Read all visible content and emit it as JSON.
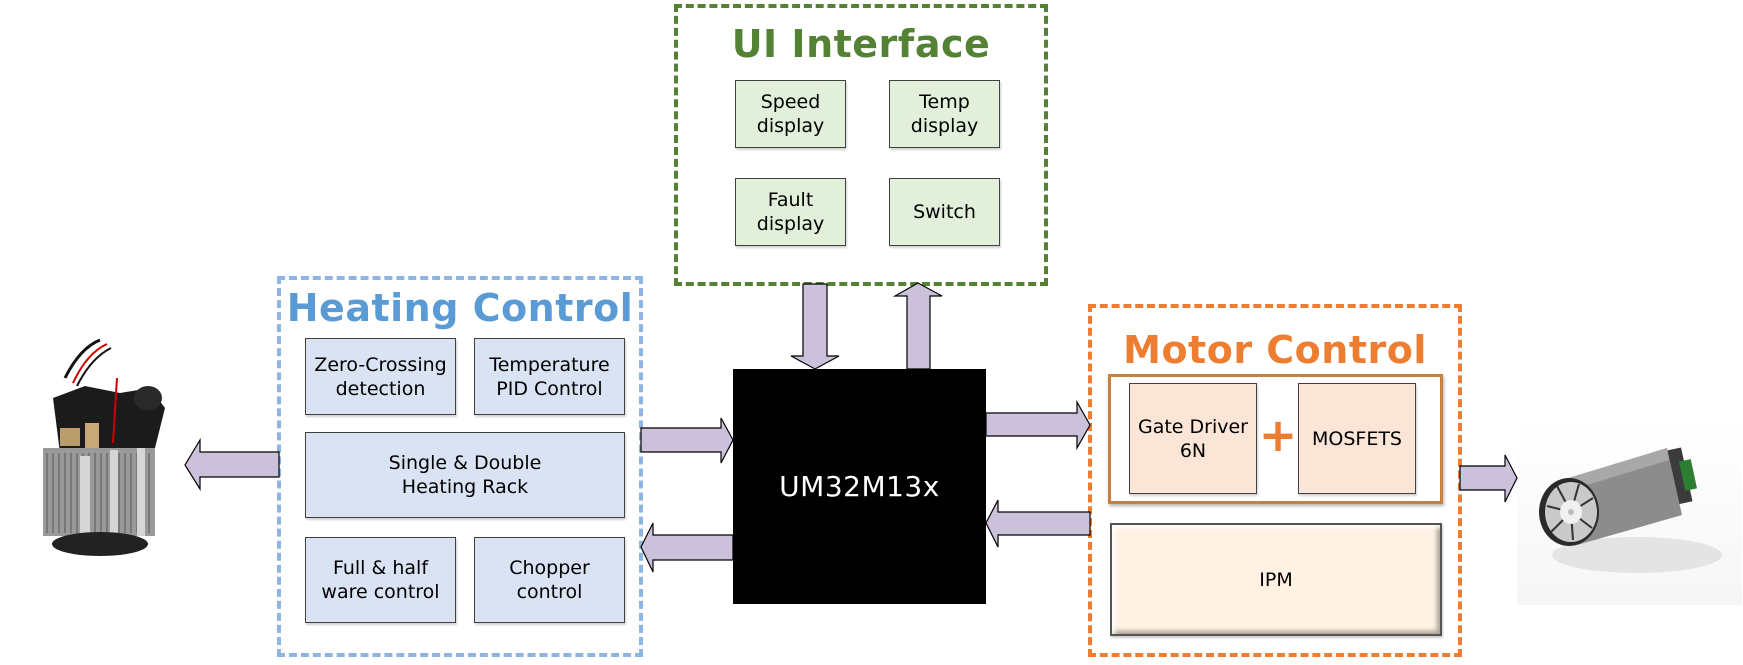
{
  "diagram": {
    "ui_interface": {
      "title": "UI Interface",
      "color": "#548235",
      "items": [
        {
          "label": "Speed\ndisplay"
        },
        {
          "label": "Temp\ndisplay"
        },
        {
          "label": "Fault\ndisplay"
        },
        {
          "label": "Switch"
        }
      ]
    },
    "heating_control": {
      "title": "Heating Control",
      "color": "#5B9BD5",
      "items": [
        {
          "label": "Zero-Crossing\ndetection"
        },
        {
          "label": "Temperature\nPID Control"
        },
        {
          "label": "Single & Double\nHeating Rack"
        },
        {
          "label": "Full & half\nware control"
        },
        {
          "label": "Chopper\ncontrol"
        }
      ]
    },
    "mcu": {
      "label": "UM32M13x"
    },
    "motor_control": {
      "title": "Motor Control",
      "color": "#ED7D31",
      "gate_driver": "Gate Driver\n6N",
      "plus": "+",
      "mosfets": "MOSFETS",
      "ipm": "IPM"
    },
    "images": {
      "heater": "heating-element-image",
      "motor": "fan-motor-image"
    },
    "arrow_color": "#CCC1DA"
  }
}
